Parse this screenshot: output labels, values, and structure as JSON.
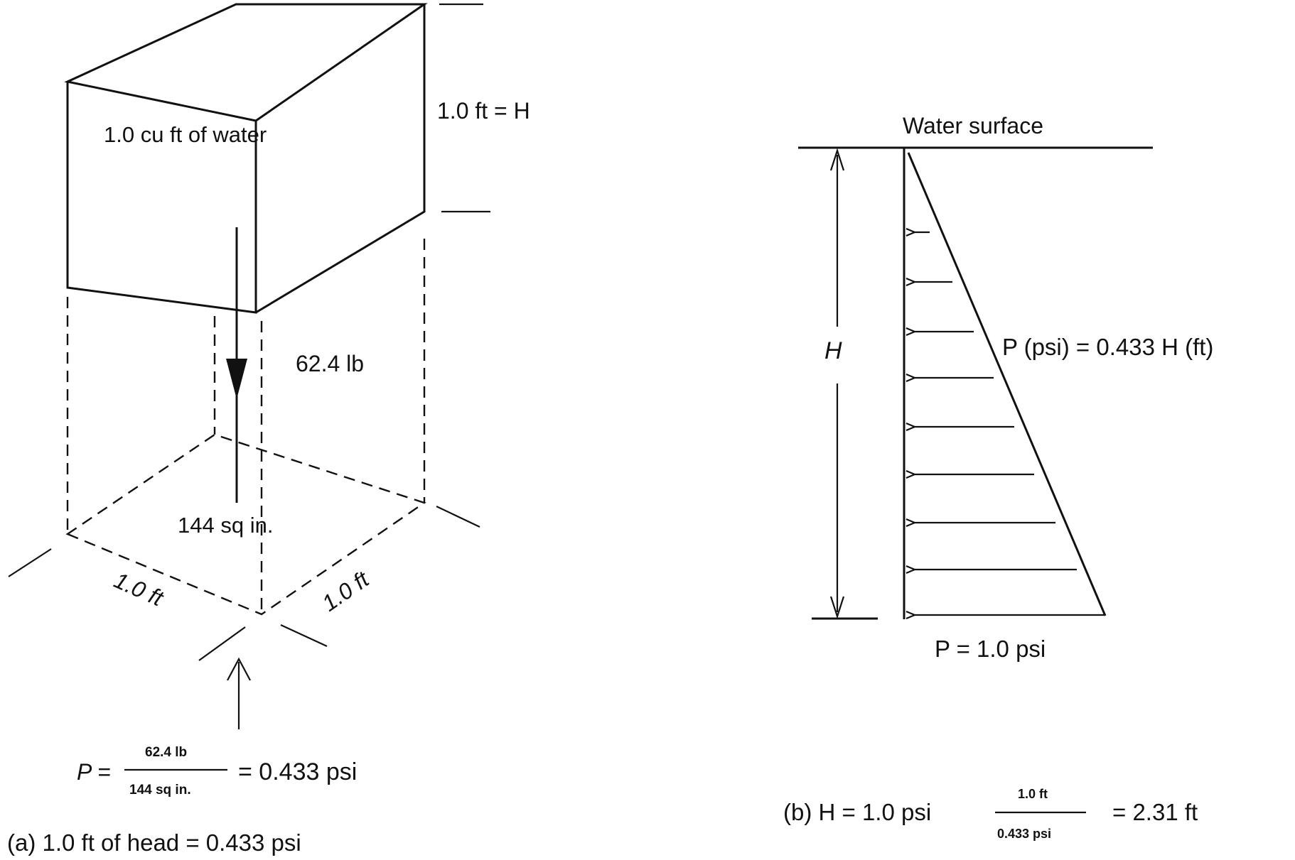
{
  "figure_a": {
    "cube_label": "1.0 cu ft of water",
    "height_label": "1.0 ft = H",
    "weight_label": "62.4 lb",
    "area_label": "144 sq in.",
    "width_label_left": "1.0 ft",
    "width_label_right": "1.0 ft",
    "formula": {
      "lhs": "P =",
      "numerator": "62.4 lb",
      "denominator": "144 sq in.",
      "rhs": "= 0.433 psi"
    },
    "caption": "(a) 1.0 ft of head = 0.433 psi"
  },
  "figure_b": {
    "surface_label": "Water surface",
    "height_label": "H",
    "pressure_relation": "P (psi) = 0.433 H (ft)",
    "bottom_pressure": "P = 1.0 psi",
    "formula": {
      "lhs": "(b) H = 1.0 psi",
      "numerator": "1.0 ft",
      "denominator": "0.433 psi",
      "rhs": "= 2.31 ft"
    }
  }
}
